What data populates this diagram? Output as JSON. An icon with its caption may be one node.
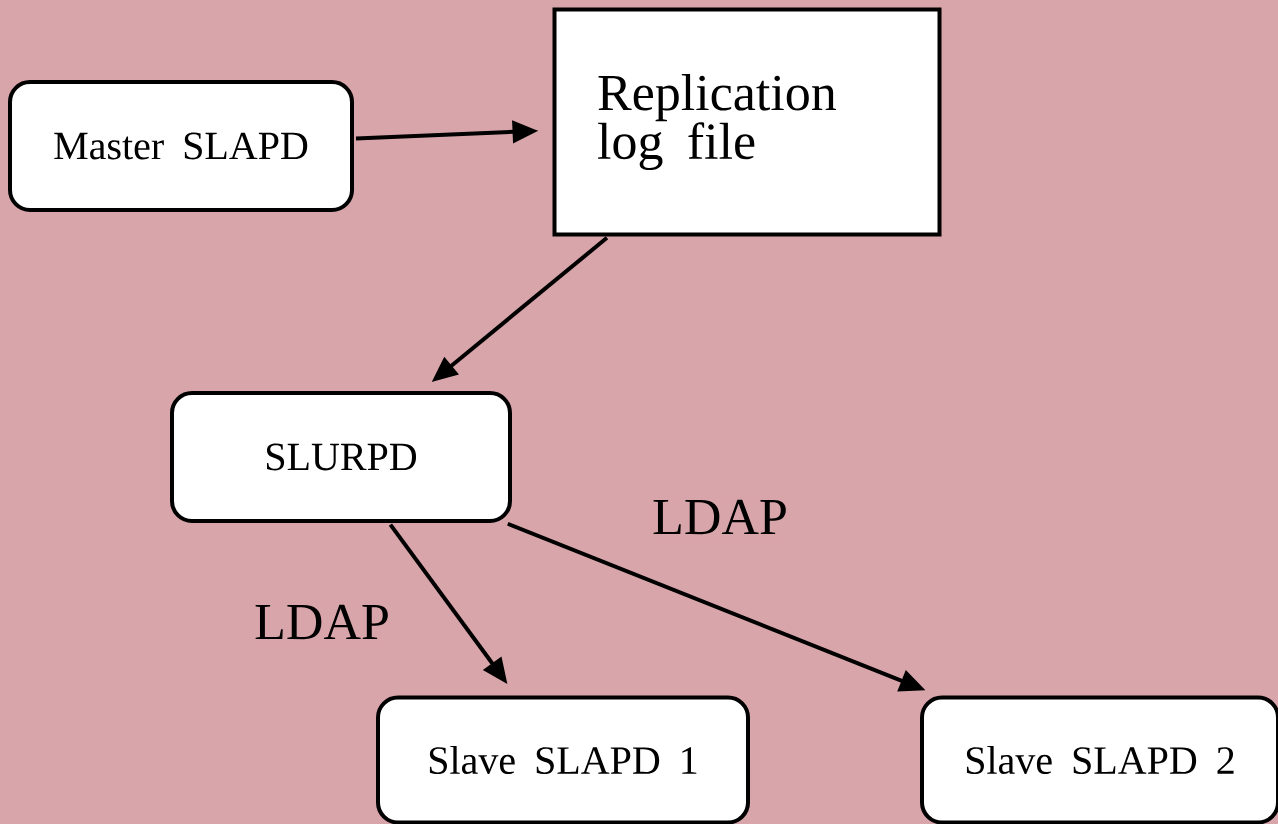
{
  "diagram": {
    "nodes": [
      {
        "text": [
          "Master SLAPD"
        ]
      },
      {
        "text": [
          "Replication log file"
        ]
      },
      {
        "text": [
          "SLURPD"
        ]
      },
      {
        "text": [
          "Slave SLAPD 1"
        ]
      },
      {
        "text": [
          "Slave SLAPD 2"
        ]
      }
    ],
    "edges": [
      {
        "from": 0,
        "to": 1,
        "arrow": "to"
      },
      {
        "from": 1,
        "to": 2,
        "arrow": "to"
      },
      {
        "from": 2,
        "to": 3,
        "arrow": "to",
        "label": "LDAP"
      },
      {
        "from": 2,
        "to": 4,
        "arrow": "to",
        "label": "LDAP"
      }
    ]
  }
}
